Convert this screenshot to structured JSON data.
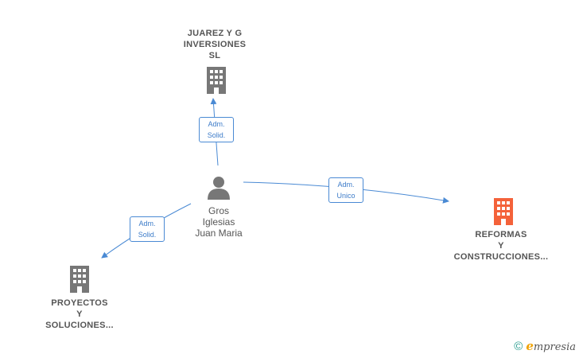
{
  "nodes": {
    "juarez": {
      "label": "JUAREZ Y G\nINVERSIONES\nSL",
      "icon": "building-icon",
      "color": "#777777"
    },
    "person": {
      "label": "Gros\nIglesias\nJuan Maria",
      "icon": "person-icon",
      "color": "#777777"
    },
    "reformas": {
      "label": "REFORMAS\nY\nCONSTRUCCIONES...",
      "icon": "building-icon",
      "color": "#f4623a"
    },
    "proyectos": {
      "label": "PROYECTOS\nY\nSOLUCIONES...",
      "icon": "building-icon",
      "color": "#777777"
    }
  },
  "edges": {
    "to_juarez": {
      "label": "Adm.\nSolid."
    },
    "to_reformas": {
      "label": "Adm.\nUnico"
    },
    "to_proyectos": {
      "label": "Adm.\nSolid."
    }
  },
  "colors": {
    "edge": "#4a8ad4",
    "accent": "#f4623a"
  },
  "footer": {
    "copyright_symbol": "©",
    "brand_first": "e",
    "brand_rest": "mpresia"
  }
}
